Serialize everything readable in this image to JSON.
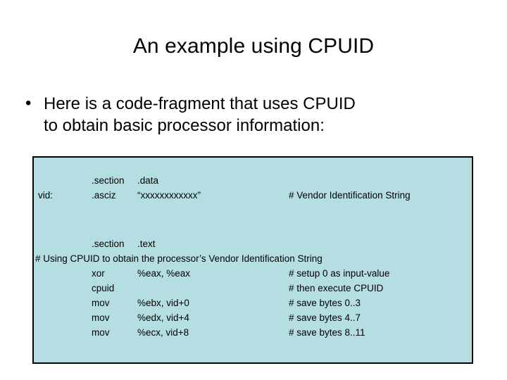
{
  "slide": {
    "title": "An example using CPUID",
    "bullet": {
      "marker": "•",
      "line1": "Here is a code-fragment that uses CPUID",
      "line2": "to obtain basic processor information:"
    }
  },
  "code_box": {
    "background_color": "#b5dee2",
    "border_color": "#000000",
    "data_section": [
      {
        "label": "",
        "mnemonic": ".section",
        "operands": ".data",
        "comment": ""
      },
      {
        "label": "vid:",
        "mnemonic": ".asciz",
        "operands": "“xxxxxxxxxxxx”",
        "comment": "# Vendor Identification String"
      }
    ],
    "text_section": [
      {
        "label": "",
        "mnemonic": ".section",
        "operands": ".text",
        "comment": ""
      }
    ],
    "full_width_comment": "# Using CPUID to obtain the processor’s Vendor Identification String",
    "instructions": [
      {
        "label": "",
        "mnemonic": "xor",
        "operands": "%eax, %eax",
        "comment": "# setup 0 as input-value"
      },
      {
        "label": "",
        "mnemonic": "cpuid",
        "operands": "",
        "comment": "# then execute CPUID"
      },
      {
        "label": "",
        "mnemonic": "mov",
        "operands": "%ebx, vid+0",
        "comment": "# save bytes 0..3"
      },
      {
        "label": "",
        "mnemonic": "mov",
        "operands": "%edx, vid+4",
        "comment": "# save bytes 4..7"
      },
      {
        "label": "",
        "mnemonic": "mov",
        "operands": "%ecx, vid+8",
        "comment": "# save bytes 8..11"
      }
    ]
  }
}
